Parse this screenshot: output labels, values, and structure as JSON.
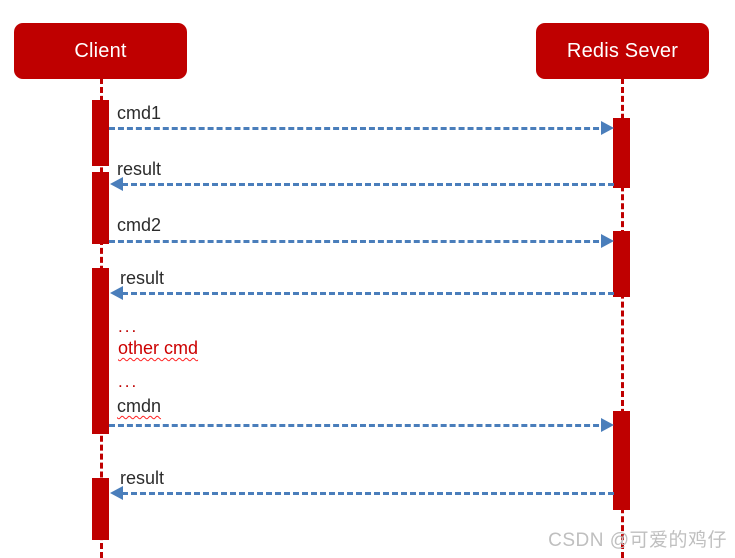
{
  "diagram": {
    "type": "uml-sequence-diagram",
    "title": "Redis client-server command round trips",
    "colors": {
      "participant_fill": "#BF0000",
      "participant_text": "#FFFFFF",
      "lifeline": "#BF0000",
      "activation": "#BF0000",
      "message_arrow": "#4A7EBB",
      "label_text": "#2B2B2B",
      "note_red": "#CC0000",
      "spellcheck_underline": "#FF2020",
      "watermark": "#BFBFBF",
      "background": "#FFFFFF"
    },
    "participants": [
      {
        "id": "client",
        "label": "Client"
      },
      {
        "id": "server",
        "label": "Redis Sever"
      }
    ],
    "messages": [
      {
        "index": 1,
        "label": "cmd1",
        "from": "client",
        "to": "server",
        "direction": "right",
        "style": "dashed"
      },
      {
        "index": 2,
        "label": "result",
        "from": "server",
        "to": "client",
        "direction": "left",
        "style": "dashed"
      },
      {
        "index": 3,
        "label": "cmd2",
        "from": "client",
        "to": "server",
        "direction": "right",
        "style": "dashed"
      },
      {
        "index": 4,
        "label": "result",
        "from": "server",
        "to": "client",
        "direction": "left",
        "style": "dashed"
      },
      {
        "index": 5,
        "label": "cmdn",
        "from": "client",
        "to": "server",
        "direction": "right",
        "style": "dashed"
      },
      {
        "index": 6,
        "label": "result",
        "from": "server",
        "to": "client",
        "direction": "left",
        "style": "dashed"
      }
    ],
    "notes": [
      {
        "id": "ellipsis-1",
        "text": "...",
        "color": "red",
        "spellchecked": false
      },
      {
        "id": "other-cmd",
        "text": "other cmd",
        "color": "red",
        "spellchecked": true
      },
      {
        "id": "ellipsis-2",
        "text": "...",
        "color": "red",
        "spellchecked": false
      },
      {
        "id": "cmdn-note",
        "text": "cmdn",
        "color": "dark",
        "spellchecked": true
      }
    ]
  },
  "watermark": {
    "text": "CSDN @可爱的鸡仔"
  }
}
